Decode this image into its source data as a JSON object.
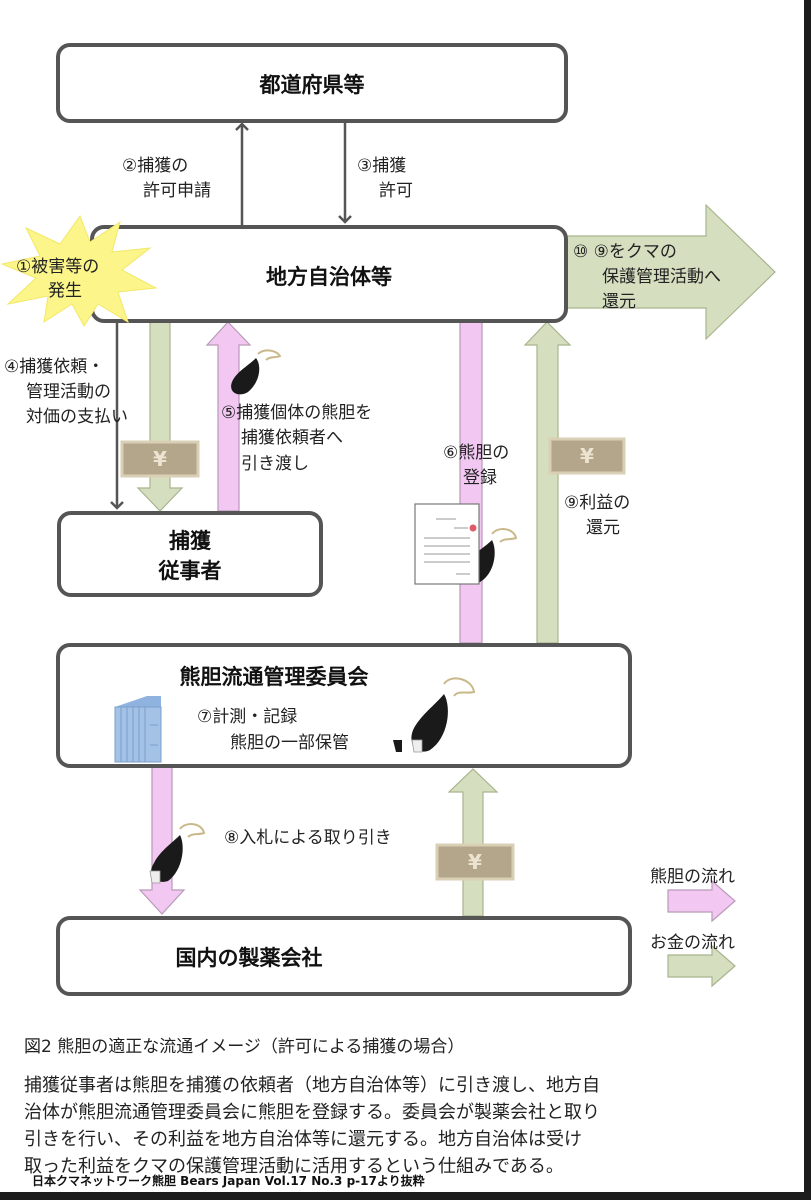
{
  "nodes": {
    "prefecture": "都道府県等",
    "local_government": "地方自治体等",
    "capture_worker_line1": "捕獲",
    "capture_worker_line2": "従事者",
    "committee": "熊胆流通管理委員会",
    "pharma": "国内の製薬会社"
  },
  "steps": {
    "s1": [
      "①被害等の",
      "発生"
    ],
    "s2": [
      "②捕獲の",
      "許可申請"
    ],
    "s3": [
      "③捕獲",
      "許可"
    ],
    "s4": [
      "④捕獲依頼・",
      "管理活動の",
      "対価の支払い"
    ],
    "s5": [
      "⑤捕獲個体の熊胆を",
      "捕獲依頼者へ",
      "引き渡し"
    ],
    "s6": [
      "⑥熊胆の",
      "登録"
    ],
    "s7": [
      "⑦計測・記録",
      "熊胆の一部保管"
    ],
    "s8": "⑧入札による取り引き",
    "s9": [
      "⑨利益の",
      "還元"
    ],
    "s10": [
      "⑩ ⑨をクマの",
      "保護管理活動へ",
      "還元"
    ]
  },
  "legend": {
    "gall_flow": "熊胆の流れ",
    "money_flow": "お金の流れ"
  },
  "icons": {
    "yen_symbol": "¥"
  },
  "colors": {
    "gall_flow": "#f2c8f2",
    "money_flow": "#d5dfc0",
    "yen_note": "#b4a68a",
    "starburst": "#fbf58a",
    "box_border": "#555555"
  },
  "caption": "図2 熊胆の適正な流通イメージ（許可による捕獲の場合）",
  "body_lines": [
    "捕獲従事者は熊胆を捕獲の依頼者（地方自治体等）に引き渡し、地方自",
    "治体が熊胆流通管理委員会に熊胆を登録する。委員会が製薬会社と取り",
    "引きを行い、その利益を地方自治体等に還元する。地方自治体は受け",
    "取った利益をクマの保護管理活動に活用するという仕組みである。"
  ],
  "source": "日本クマネットワーク熊胆 Bears Japan Vol.17 No.3 p-17より抜粋"
}
